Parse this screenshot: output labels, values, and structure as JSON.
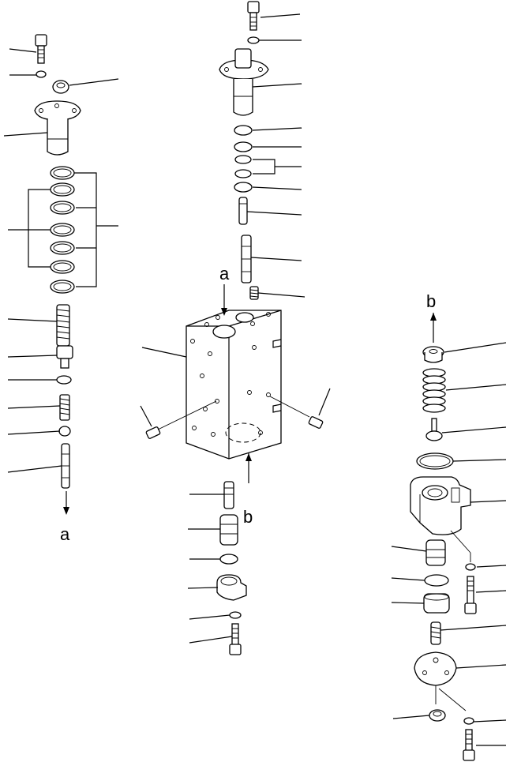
{
  "labels": {
    "a_left_bottom": "a",
    "a_top": "a",
    "b_right": "b",
    "b_center": "b"
  },
  "colors": {
    "ink": "#000000",
    "paper": "#ffffff"
  }
}
